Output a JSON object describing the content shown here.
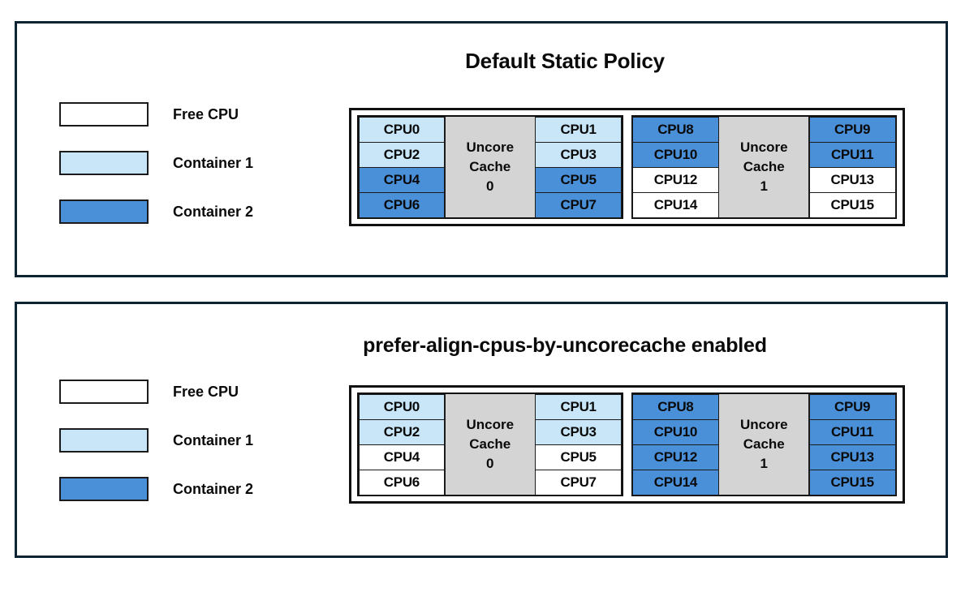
{
  "colors": {
    "free": "#ffffff",
    "container1": "#c8e6f7",
    "container2": "#4a90d9",
    "cache": "#d4d4d4",
    "panel_border": "#0d2433",
    "cell_border": "#1b1b1b",
    "text": "#0a0a0a"
  },
  "legend": {
    "items": [
      {
        "label": "Free CPU",
        "fill": "free"
      },
      {
        "label": "Container 1",
        "fill": "container1"
      },
      {
        "label": "Container 2",
        "fill": "container2"
      }
    ]
  },
  "panels": [
    {
      "id": "default-static-policy",
      "title": "Default Static Policy",
      "cache_groups": [
        {
          "cache_label_line1": "Uncore",
          "cache_label_line2": "Cache",
          "cache_label_line3": "0",
          "left_column": [
            {
              "label": "CPU0",
              "fill": "container1"
            },
            {
              "label": "CPU2",
              "fill": "container1"
            },
            {
              "label": "CPU4",
              "fill": "container2"
            },
            {
              "label": "CPU6",
              "fill": "container2"
            }
          ],
          "right_column": [
            {
              "label": "CPU1",
              "fill": "container1"
            },
            {
              "label": "CPU3",
              "fill": "container1"
            },
            {
              "label": "CPU5",
              "fill": "container2"
            },
            {
              "label": "CPU7",
              "fill": "container2"
            }
          ]
        },
        {
          "cache_label_line1": "Uncore",
          "cache_label_line2": "Cache",
          "cache_label_line3": "1",
          "left_column": [
            {
              "label": "CPU8",
              "fill": "container2"
            },
            {
              "label": "CPU10",
              "fill": "container2"
            },
            {
              "label": "CPU12",
              "fill": "free"
            },
            {
              "label": "CPU14",
              "fill": "free"
            }
          ],
          "right_column": [
            {
              "label": "CPU9",
              "fill": "container2"
            },
            {
              "label": "CPU11",
              "fill": "container2"
            },
            {
              "label": "CPU13",
              "fill": "free"
            },
            {
              "label": "CPU15",
              "fill": "free"
            }
          ]
        }
      ]
    },
    {
      "id": "prefer-align-cpus-by-uncorecache-enabled",
      "title": "prefer-align-cpus-by-uncorecache enabled",
      "cache_groups": [
        {
          "cache_label_line1": "Uncore",
          "cache_label_line2": "Cache",
          "cache_label_line3": "0",
          "left_column": [
            {
              "label": "CPU0",
              "fill": "container1"
            },
            {
              "label": "CPU2",
              "fill": "container1"
            },
            {
              "label": "CPU4",
              "fill": "free"
            },
            {
              "label": "CPU6",
              "fill": "free"
            }
          ],
          "right_column": [
            {
              "label": "CPU1",
              "fill": "container1"
            },
            {
              "label": "CPU3",
              "fill": "container1"
            },
            {
              "label": "CPU5",
              "fill": "free"
            },
            {
              "label": "CPU7",
              "fill": "free"
            }
          ]
        },
        {
          "cache_label_line1": "Uncore",
          "cache_label_line2": "Cache",
          "cache_label_line3": "1",
          "left_column": [
            {
              "label": "CPU8",
              "fill": "container2"
            },
            {
              "label": "CPU10",
              "fill": "container2"
            },
            {
              "label": "CPU12",
              "fill": "container2"
            },
            {
              "label": "CPU14",
              "fill": "container2"
            }
          ],
          "right_column": [
            {
              "label": "CPU9",
              "fill": "container2"
            },
            {
              "label": "CPU11",
              "fill": "container2"
            },
            {
              "label": "CPU13",
              "fill": "container2"
            },
            {
              "label": "CPU15",
              "fill": "container2"
            }
          ]
        }
      ]
    }
  ]
}
